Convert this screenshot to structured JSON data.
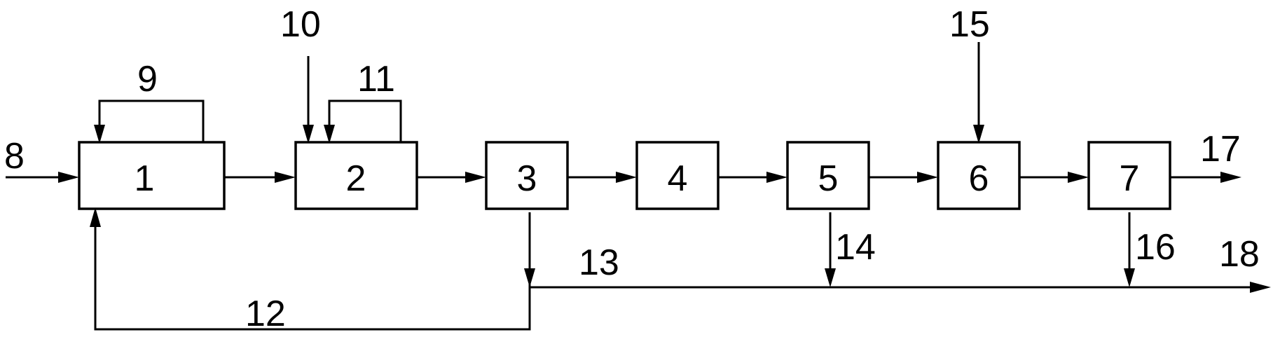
{
  "blocks": {
    "b1": "1",
    "b2": "2",
    "b3": "3",
    "b4": "4",
    "b5": "5",
    "b6": "6",
    "b7": "7"
  },
  "streams": {
    "s8": "8",
    "s9": "9",
    "s10": "10",
    "s11": "11",
    "s12": "12",
    "s13": "13",
    "s14": "14",
    "s15": "15",
    "s16": "16",
    "s17": "17",
    "s18": "18"
  },
  "colors": {
    "line": "#000000",
    "background": "#ffffff"
  }
}
